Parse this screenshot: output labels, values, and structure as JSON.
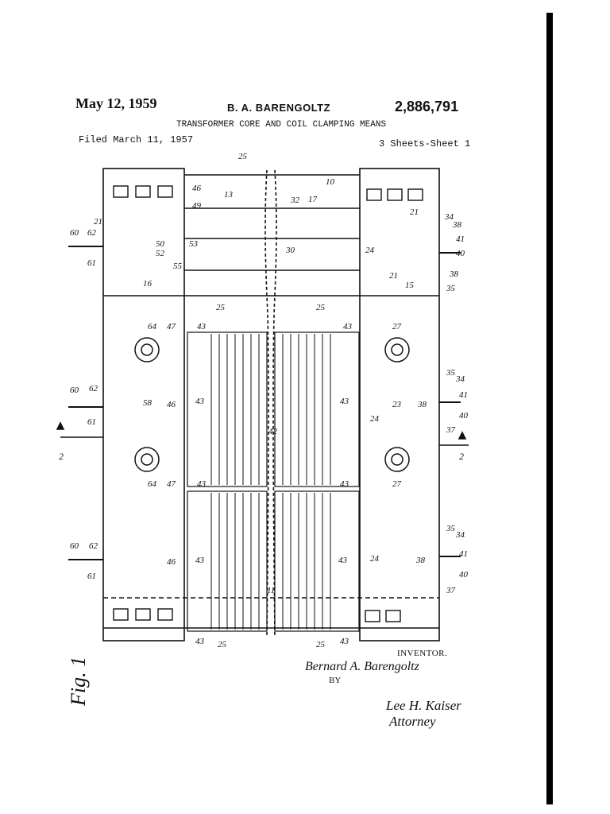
{
  "header": {
    "date": "May 12, 1959",
    "inventor": "B. A. BARENGOLTZ",
    "patent_number": "2,886,791",
    "title": "TRANSFORMER CORE AND COIL CLAMPING MEANS",
    "filed": "Filed March 11, 1957",
    "sheets": "3 Sheets-Sheet 1"
  },
  "figure": {
    "label": "Fig. 1",
    "section_marks": [
      "2",
      "2"
    ],
    "reference_numerals": [
      "10",
      "11",
      "13",
      "15",
      "16",
      "17",
      "21",
      "23",
      "24",
      "25",
      "27",
      "30",
      "32",
      "34",
      "35",
      "37",
      "38",
      "40",
      "41",
      "42",
      "43",
      "46",
      "47",
      "49",
      "50",
      "52",
      "53",
      "55",
      "58",
      "60",
      "61",
      "62",
      "64"
    ]
  },
  "signature": {
    "inventor_label": "INVENTOR.",
    "inventor_name": "Bernard A. Barengoltz",
    "by": "BY",
    "attorney_name": "Lee H. Kaiser",
    "attorney_label": "Attorney"
  },
  "colors": {
    "ink": "#111111",
    "paper": "#ffffff"
  }
}
